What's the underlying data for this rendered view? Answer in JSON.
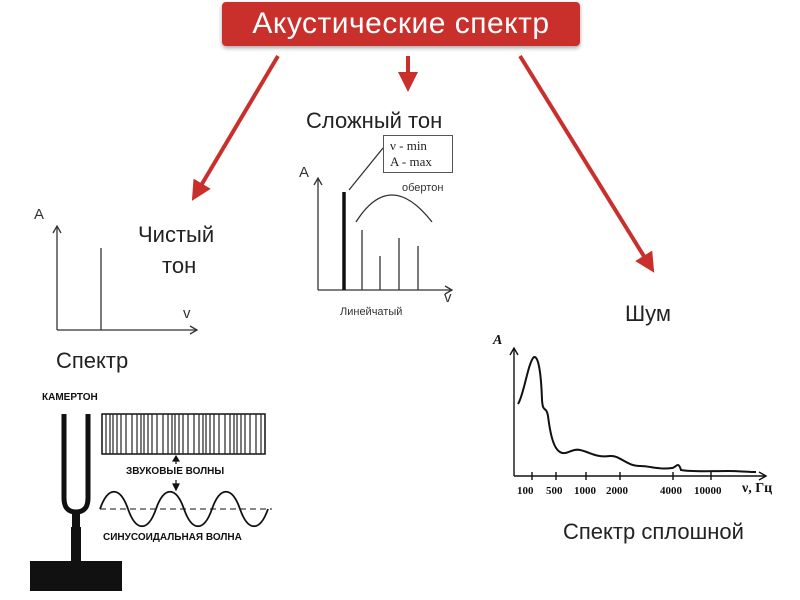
{
  "title": "Акустические спектр",
  "accent_color": "#c9302b",
  "pure_tone": {
    "label_line1": "Чистый",
    "label_line2": "тон",
    "axis_y": "A",
    "axis_x": "v",
    "caption": "Спектр"
  },
  "complex_tone": {
    "label": "Сложный тон",
    "axis_y": "A",
    "axis_x": "v",
    "note_line1": "ν - min",
    "note_line2": "A - max",
    "overtone": "обертон",
    "caption": "Линейчатый"
  },
  "noise": {
    "label": "Шум",
    "axis_y": "A",
    "axis_x": "ν, Гц",
    "ticks": [
      "100",
      "500",
      "1000",
      "2000",
      "4000",
      "10000"
    ],
    "caption": "Спектр сплошной"
  },
  "tuning_fork": {
    "label": "КАМЕРТОН",
    "waves_label": "ЗВУКОВЫЕ ВОЛНЫ",
    "sine_label": "СИНУСОИДАЛЬНАЯ ВОЛНА"
  }
}
